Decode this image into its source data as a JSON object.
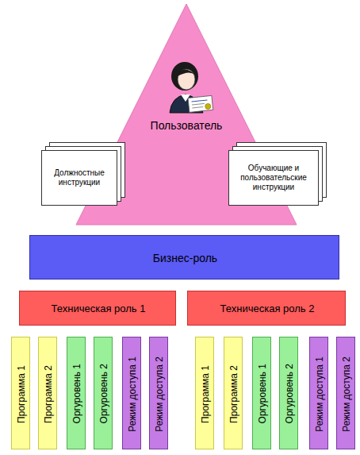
{
  "diagram": {
    "nodes": [
      {
        "text": [
          "Пользователь"
        ]
      },
      {
        "text": [
          "Должностные инструкции"
        ],
        "in": 0
      },
      {
        "text": [
          "Обучающие и пользовательские инструкции"
        ],
        "in": 0
      },
      {
        "text": [
          "Бизнес-роль"
        ]
      },
      {
        "text": [
          "Техническая роль 1"
        ]
      },
      {
        "text": [
          "Техническая роль 2"
        ]
      },
      {
        "text": [
          "Программа 1"
        ]
      },
      {
        "text": [
          "Программа 2"
        ]
      },
      {
        "text": [
          "Оргуровень 1"
        ]
      },
      {
        "text": [
          "Оргуровень 2"
        ]
      },
      {
        "text": [
          "Режим доступа 1"
        ]
      },
      {
        "text": [
          "Режим доступа 2"
        ]
      },
      {
        "text": [
          "Программа 1"
        ]
      },
      {
        "text": [
          "Программа 2"
        ]
      },
      {
        "text": [
          "Оргуровень 1"
        ]
      },
      {
        "text": [
          "Оргуровень 2"
        ]
      },
      {
        "text": [
          "Режим доступа 1"
        ]
      },
      {
        "text": [
          "Режим доступа 2"
        ]
      }
    ]
  }
}
